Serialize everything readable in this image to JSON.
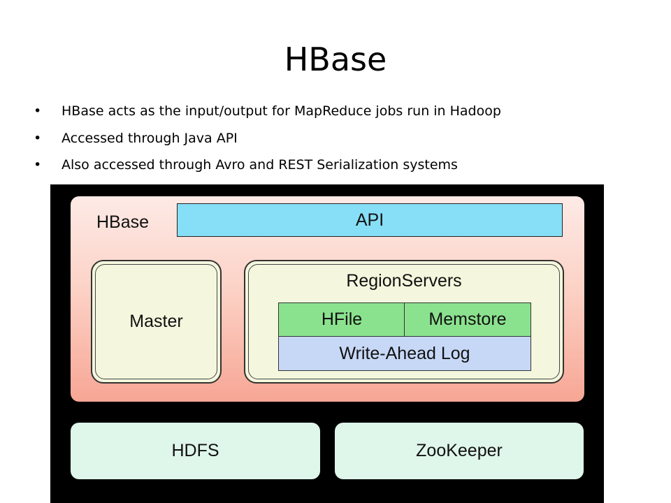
{
  "slide": {
    "title": "HBase",
    "bullets": [
      "HBase acts as the input/output for MapReduce jobs run in Hadoop",
      "Accessed through Java API",
      "Also accessed through Avro and REST Serialization systems"
    ],
    "bullet_glyph": "•"
  },
  "diagram": {
    "hbase_label": "HBase",
    "api_label": "API",
    "master_label": "Master",
    "regionservers_label": "RegionServers",
    "hfile_label": "HFile",
    "memstore_label": "Memstore",
    "wal_label": "Write-Ahead Log",
    "hdfs_label": "HDFS",
    "zookeeper_label": "ZooKeeper"
  },
  "colors": {
    "diagram_background": "#000000",
    "hbase_panel": "#f7a695",
    "api": "#87dff7",
    "component": "#f4f7dd",
    "hfile_memstore": "#8be28e",
    "wal": "#c7d8f7",
    "storage": "#dff6ea"
  }
}
